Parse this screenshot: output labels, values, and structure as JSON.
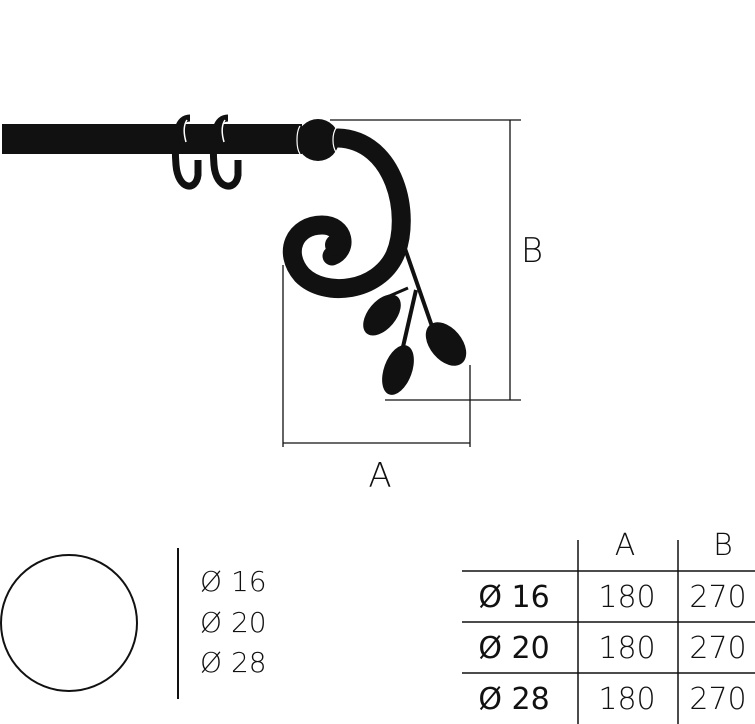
{
  "diagram": {
    "dimension_a_label": "A",
    "dimension_b_label": "B",
    "diameters": [
      "Ø 16",
      "Ø 20",
      "Ø 28"
    ]
  },
  "table": {
    "headers": [
      "",
      "A",
      "B"
    ],
    "rows": [
      {
        "size": "Ø 16",
        "a": "180",
        "b": "270"
      },
      {
        "size": "Ø 20",
        "a": "180",
        "b": "270"
      },
      {
        "size": "Ø 28",
        "a": "180",
        "b": "270"
      }
    ]
  },
  "colors": {
    "ink": "#111111",
    "background": "#ffffff"
  }
}
